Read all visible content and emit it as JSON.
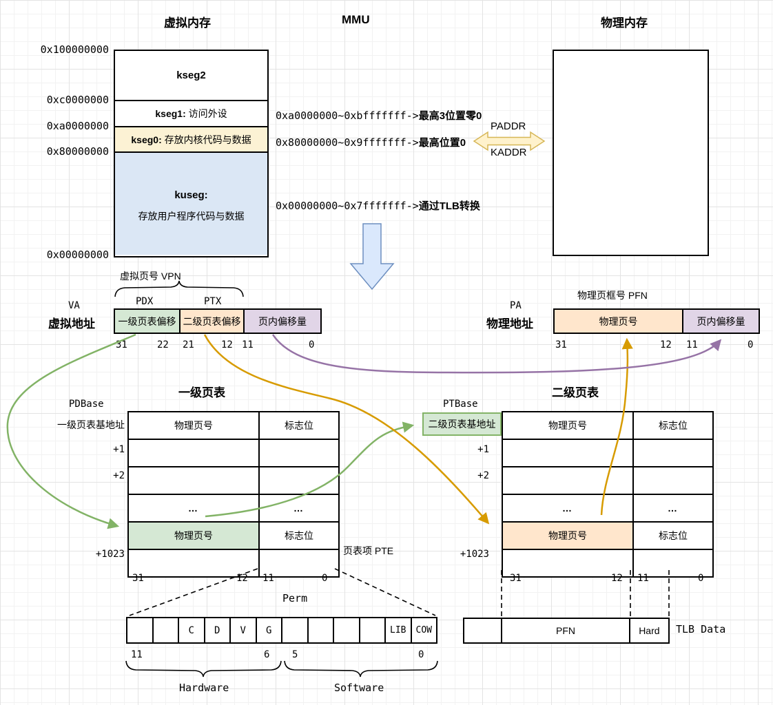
{
  "colors": {
    "green_fill": "#D5E8D4",
    "green_line": "#82B366",
    "orange_fill": "#FFE6CC",
    "orange_line": "#D79B00",
    "purple_fill": "#E1D5E7",
    "purple_line": "#9673A6",
    "yellow_fill": "#FCF2D4",
    "blue_fill": "#DBE7F5",
    "arrow_blue_fill": "#DAE8FC",
    "arrow_blue_line": "#6C8EBF",
    "arrow_yellow_fill": "#FFF2CC",
    "arrow_yellow_line": "#D6B656"
  },
  "headers": {
    "virtual_memory": "虚拟内存",
    "mmu": "MMU",
    "physical_memory": "物理内存"
  },
  "vmem": {
    "addr_labels": [
      "0x100000000",
      "0xc0000000",
      "0xa0000000",
      "0x80000000",
      "0x00000000"
    ],
    "kseg2": "kseg2",
    "kseg1_name": "kseg1:",
    "kseg1_desc": "访问外设",
    "kseg0_name": "kseg0:",
    "kseg0_desc": "存放内核代码与数据",
    "kuseg_name": "kuseg:",
    "kuseg_desc": "存放用户程序代码与数据"
  },
  "mmu": {
    "rule1_range": "0xa0000000~0xbfffffff->",
    "rule1_action": "最高3位置零0",
    "rule2_range": "0x80000000~0x9fffffff->",
    "rule2_action": "最高位置0",
    "rule3_range": "0x00000000~0x7fffffff->",
    "rule3_action": "通过TLB转换",
    "paddr": "PADDR",
    "kaddr": "KADDR"
  },
  "va": {
    "short": "VA",
    "title": "虚拟地址",
    "vpn": "虚拟页号 VPN",
    "pdx": "PDX",
    "ptx": "PTX",
    "f1": "一级页表偏移",
    "f2": "二级页表偏移",
    "f3": "页内偏移量",
    "bits": [
      "31",
      "22",
      "21",
      "12",
      "11",
      "0"
    ]
  },
  "pa": {
    "short": "PA",
    "title": "物理地址",
    "pfn": "物理页框号 PFN",
    "f1": "物理页号",
    "f2": "页内偏移量",
    "bits": [
      "31",
      "12",
      "11",
      "0"
    ]
  },
  "pt1": {
    "title": "一级页表",
    "base_reg": "PDBase",
    "base_label": "一级页表基地址",
    "plus1": "+1",
    "plus2": "+2",
    "plus1023": "+1023",
    "ppn": "物理页号",
    "flags": "标志位",
    "dots": "…",
    "bits": [
      "31",
      "12",
      "11",
      "0"
    ],
    "pte": "页表项 PTE"
  },
  "pt2": {
    "title": "二级页表",
    "base_reg": "PTBase",
    "base_box": "二级页表基地址",
    "plus1": "+1",
    "plus2": "+2",
    "plus1023": "+1023",
    "ppn": "物理页号",
    "flags": "标志位",
    "dots": "…",
    "bits": [
      "31",
      "12",
      "11",
      "0"
    ]
  },
  "perm": {
    "title": "Perm",
    "cells": [
      "",
      "",
      "C",
      "D",
      "V",
      "G",
      "",
      "",
      "",
      "",
      "LIB",
      "COW"
    ],
    "bits": [
      "11",
      "6",
      "5",
      "0"
    ],
    "hardware": "Hardware",
    "software": "Software"
  },
  "tlb": {
    "pfn": "PFN",
    "hard": "Hard",
    "label": "TLB Data"
  }
}
